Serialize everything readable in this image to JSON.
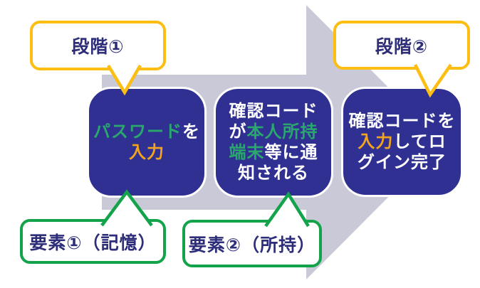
{
  "colors": {
    "arrow_gray": "#c9c9d8",
    "box_navy": "#2f3092",
    "white": "#ffffff",
    "green_text": "#2aa76d",
    "orange_text": "#f3a41c",
    "yellow_border": "#fcbe12",
    "green_border": "#13a44b",
    "navy_text": "#2d2d7a"
  },
  "callouts": {
    "stage1": "段階①",
    "stage2": "段階②",
    "factor1": "要素①（記憶）",
    "factor2": "要素②（所持）"
  },
  "boxes": [
    {
      "name": "step-1-password-entry",
      "lines": [
        [
          {
            "t": "パスワード",
            "c": "green_text"
          },
          {
            "t": "を",
            "c": "white"
          }
        ],
        [
          {
            "t": "入力",
            "c": "orange_text"
          }
        ]
      ]
    },
    {
      "name": "step-2-code-notification",
      "lines": [
        [
          {
            "t": "確認コード",
            "c": "white"
          }
        ],
        [
          {
            "t": "が",
            "c": "white"
          },
          {
            "t": "本人所持",
            "c": "green_text"
          }
        ],
        [
          {
            "t": "端末",
            "c": "green_text"
          },
          {
            "t": "等に通",
            "c": "white"
          }
        ],
        [
          {
            "t": "知される",
            "c": "white"
          }
        ]
      ]
    },
    {
      "name": "step-3-code-entry-login",
      "lines": [
        [
          {
            "t": "確認コードを",
            "c": "white"
          }
        ],
        [
          {
            "t": "入力",
            "c": "orange_text"
          },
          {
            "t": "してロ",
            "c": "white"
          }
        ],
        [
          {
            "t": "グイン完了",
            "c": "white"
          }
        ]
      ]
    }
  ]
}
